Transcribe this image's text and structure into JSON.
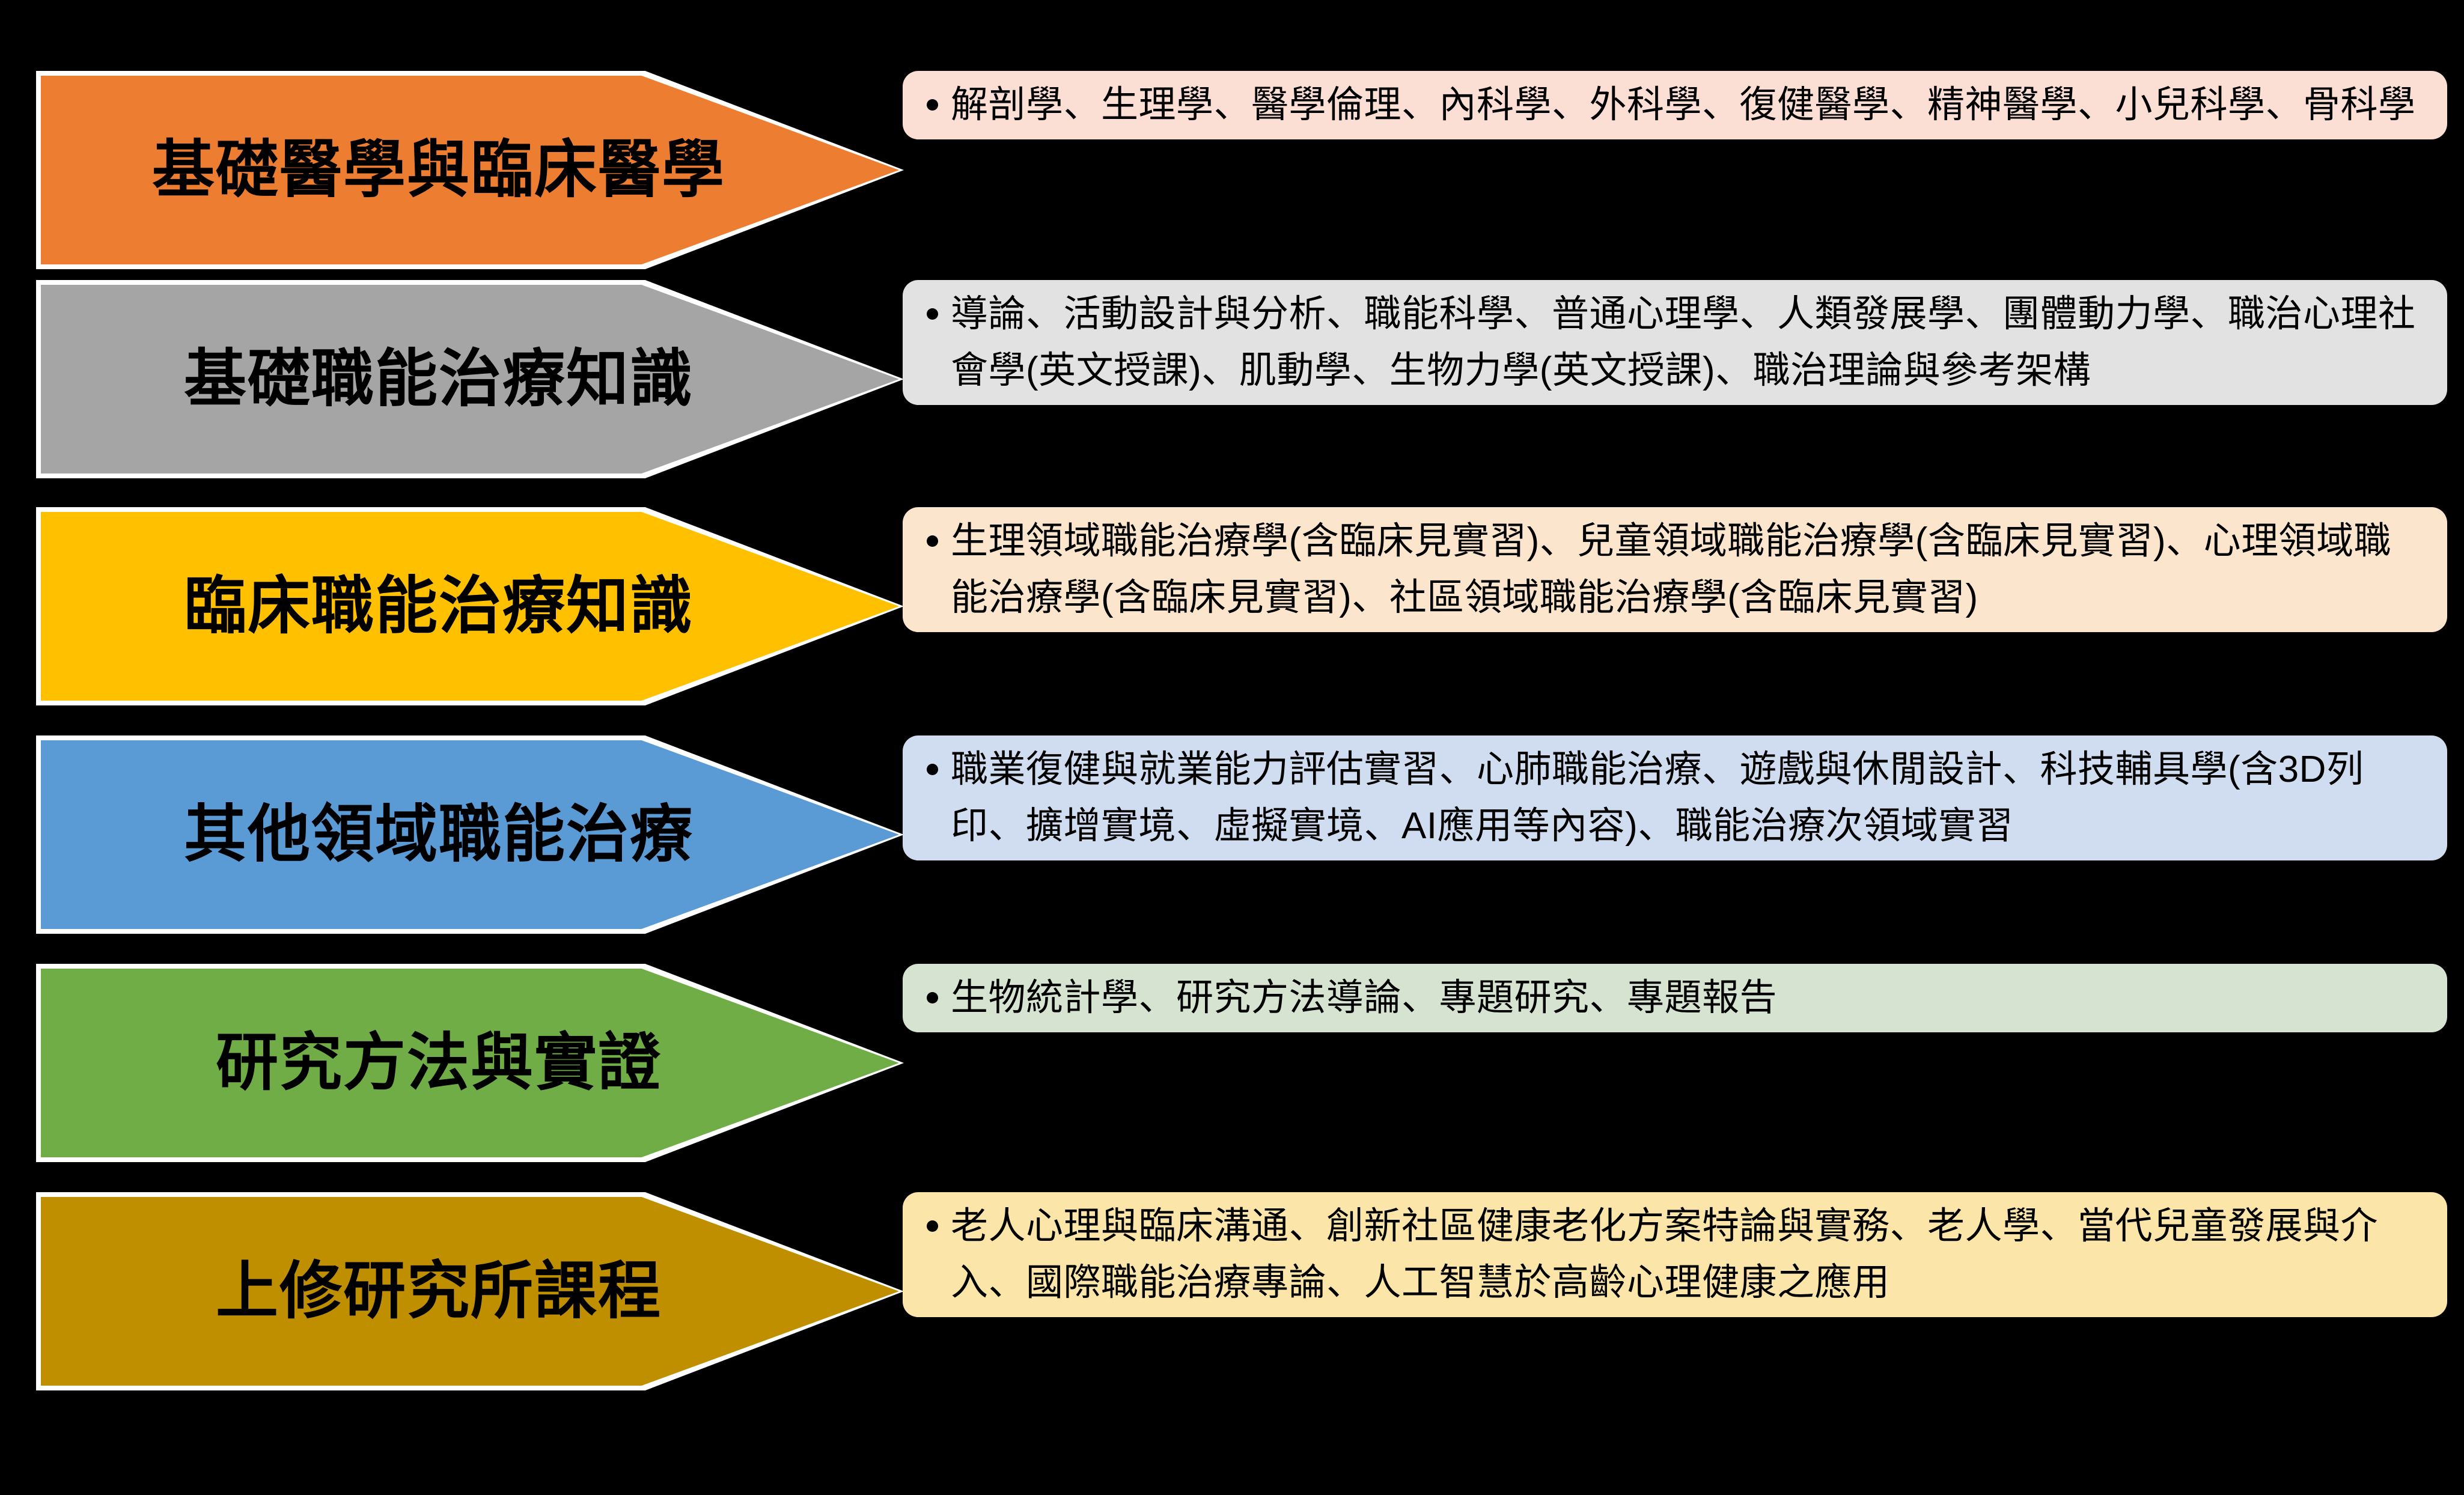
{
  "diagram": {
    "background_color": "#000000",
    "rows": [
      {
        "label": "基礎醫學與臨床醫學",
        "arrow_color": "#ED7D31",
        "arrow_border_color": "#FFFFFF",
        "panel_color": "#FBDED4",
        "content": "解剖學、生理學、醫學倫理、內科學、外科學、復健醫學、精神醫學、小兒科學、骨科學"
      },
      {
        "label": "基礎職能治療知識",
        "arrow_color": "#A5A5A5",
        "arrow_border_color": "#FFFFFF",
        "panel_color": "#E2E2E2",
        "content": "導論、活動設計與分析、職能科學、普通心理學、人類發展學、團體動力學、職治心理社會學(英文授課)、肌動學、生物力學(英文授課)、職治理論與參考架構"
      },
      {
        "label": "臨床職能治療知識",
        "arrow_color": "#FFC000",
        "arrow_border_color": "#FFFFFF",
        "panel_color": "#FCE5CD",
        "content": "生理領域職能治療學(含臨床見實習)、兒童領域職能治療學(含臨床見實習)、心理領域職能治療學(含臨床見實習)、社區領域職能治療學(含臨床見實習)"
      },
      {
        "label": "其他領域職能治療",
        "arrow_color": "#5B9BD5",
        "arrow_border_color": "#FFFFFF",
        "panel_color": "#D0DCEF",
        "content": "職業復健與就業能力評估實習、心肺職能治療、遊戲與休閒設計、科技輔具學(含3D列印、擴增實境、虛擬實境、AI應用等內容)、職能治療次領域實習"
      },
      {
        "label": "研究方法與實證",
        "arrow_color": "#70AD47",
        "arrow_border_color": "#FFFFFF",
        "panel_color": "#D5E3D0",
        "content": "生物統計學、研究方法導論、專題研究、專題報告"
      },
      {
        "label": "上修研究所課程",
        "arrow_color": "#BF8F00",
        "arrow_border_color": "#FFFFFF",
        "panel_color": "#FCE5A8",
        "content": "老人心理與臨床溝通、創新社區健康老化方案特論與實務、老人學、當代兒童發展與介入、國際職能治療專論、人工智慧於高齡心理健康之應用"
      }
    ]
  }
}
